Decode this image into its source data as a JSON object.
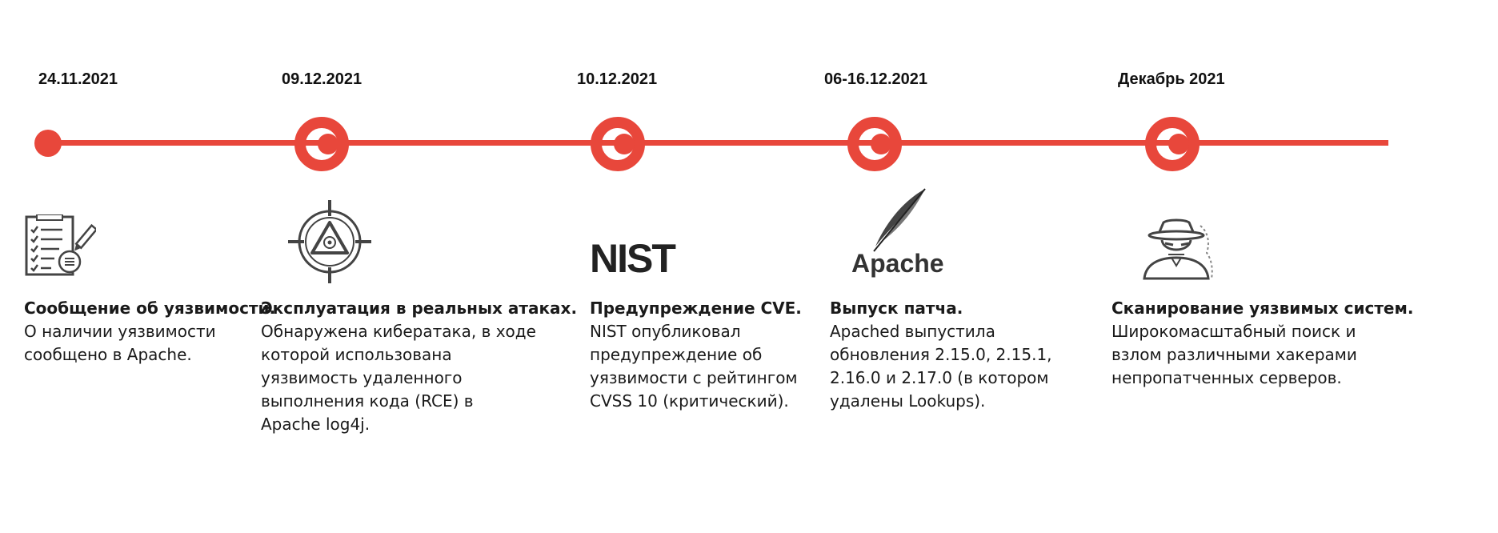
{
  "accent_color": "#e8473b",
  "events": [
    {
      "date": "24.11.2021",
      "icon": "checklist-icon",
      "title": "Сообщение об уязвимости.",
      "body": "О наличии уязвимости сообщено в Apache."
    },
    {
      "date": "09.12.2021",
      "icon": "crosshair-target-icon",
      "title": "Эксплуатация в реальных атаках.",
      "body": "Обнаружена кибератака, в ходе которой использована уязвимость удаленного выполнения кода (RCE) в Apache log4j."
    },
    {
      "date": "10.12.2021",
      "icon": "nist-logo",
      "logo_text": "NIST",
      "title": "Предупреждение CVE.",
      "body": "NIST опубликовал предупреждение об уязвимости с рейтингом CVSS 10 (критический)."
    },
    {
      "date": "06-16.12.2021",
      "icon": "apache-feather-logo",
      "logo_text": "Apache",
      "title": "Выпуск патча.",
      "body": "Apached выпустила обновления 2.15.0, 2.15.1, 2.16.0 и 2.17.0 (в котором удалены Lookups)."
    },
    {
      "date": "Декабрь 2021",
      "icon": "hacker-spy-icon",
      "title": "Сканирование уязвимых систем.",
      "body": "Широкомасштабный поиск и взлом различными хакерами непропатченных серверов."
    }
  ]
}
